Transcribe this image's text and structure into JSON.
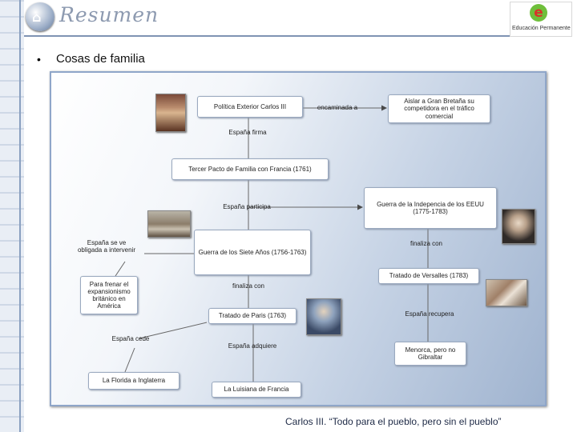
{
  "slide": {
    "title": "Resumen",
    "brand_logo_letter": "e",
    "brand_text": "Educación Permanente",
    "bullet_symbol": "•",
    "bullet": "Cosas de familia",
    "caption": "Carlos III. “Todo para el pueblo, pero sin el pueblo”"
  },
  "concept_map": {
    "nodes": {
      "politica": "Política Exterior Carlos III",
      "aislar": "Aislar a Gran Bretaña su competidora en el tráfico comercial",
      "tercer_pacto": "Tercer Pacto de Familia con Francia (1761)",
      "guerra_eeuu": "Guerra de la Indepencia de los EEUU (1775-1783)",
      "siete_anos": "Guerra de los Siete Años (1756-1763)",
      "frenar": "Para frenar el expansionismo británico en América",
      "versalles": "Tratado de Versalles (1783)",
      "paris": "Tratado de Paris (1763)",
      "menorca": "Menorca, pero no Gibraltar",
      "florida": "La Florida a Inglaterra",
      "luisiana": "La Luisiana de Francia"
    },
    "labels": {
      "encaminada": "encaminada a",
      "espana_firma": "España firma",
      "espana_participa": "España participa",
      "obligada": "España se ve obligada a intervenir",
      "finaliza_con_1": "finaliza con",
      "finaliza_con_2": "finaliza con",
      "espana_recupera": "España recupera",
      "espana_cede": "España cede",
      "espana_adquiere": "España adquiere"
    }
  }
}
